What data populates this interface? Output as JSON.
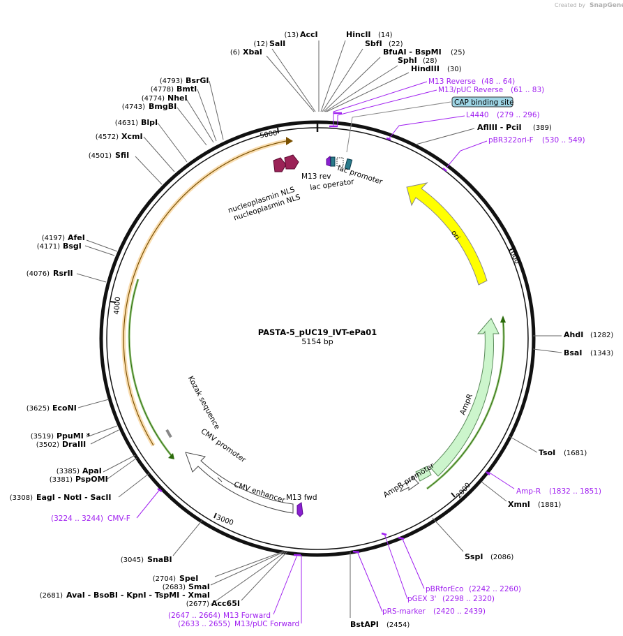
{
  "credit": {
    "created_by": "Created by",
    "brand": "SnapGene"
  },
  "plasmid": {
    "name": "PASTA-5_pUC19_IVT-ePa01",
    "length": "5154 bp"
  },
  "ticks": [
    "5000",
    "1000",
    "2000",
    "3000",
    "4000"
  ],
  "sites": [
    {
      "pos": "(13)",
      "name": "AccI"
    },
    {
      "pos": "(12)",
      "name": "SalI"
    },
    {
      "pos": "(6)",
      "name": "XbaI"
    },
    {
      "pos": "(14)",
      "name": "HincII"
    },
    {
      "pos": "(22)",
      "name": "SbfI"
    },
    {
      "pos": "(25)",
      "name": "BfuAI - BspMI"
    },
    {
      "pos": "(28)",
      "name": "SphI"
    },
    {
      "pos": "(30)",
      "name": "HindIII"
    },
    {
      "pos": "(389)",
      "name": "AflIII - PciI"
    },
    {
      "pos": "(1282)",
      "name": "AhdI"
    },
    {
      "pos": "(1343)",
      "name": "BsaI"
    },
    {
      "pos": "(1681)",
      "name": "TsoI"
    },
    {
      "pos": "(1881)",
      "name": "XmnI"
    },
    {
      "pos": "(2086)",
      "name": "SspI"
    },
    {
      "pos": "(2454)",
      "name": "BstAPI"
    },
    {
      "pos": "(2677)",
      "name": "Acc65I"
    },
    {
      "pos": "(2681)",
      "name": "AvaI - BsoBI - KpnI - TspMI - XmaI"
    },
    {
      "pos": "(2683)",
      "name": "SmaI"
    },
    {
      "pos": "(2704)",
      "name": "SpeI"
    },
    {
      "pos": "(3045)",
      "name": "SnaBI"
    },
    {
      "pos": "(3308)",
      "name": "EagI - NotI - SacII"
    },
    {
      "pos": "(3381)",
      "name": "PspOMI"
    },
    {
      "pos": "(3385)",
      "name": "ApaI"
    },
    {
      "pos": "(3502)",
      "name": "DraIII"
    },
    {
      "pos": "(3519)",
      "name": "PpuMI *"
    },
    {
      "pos": "(3625)",
      "name": "EcoNI"
    },
    {
      "pos": "(4076)",
      "name": "RsrII"
    },
    {
      "pos": "(4171)",
      "name": "BsgI"
    },
    {
      "pos": "(4197)",
      "name": "AfeI"
    },
    {
      "pos": "(4501)",
      "name": "SfiI"
    },
    {
      "pos": "(4572)",
      "name": "XcmI"
    },
    {
      "pos": "(4631)",
      "name": "BlpI"
    },
    {
      "pos": "(4743)",
      "name": "BmgBI"
    },
    {
      "pos": "(4774)",
      "name": "NheI"
    },
    {
      "pos": "(4778)",
      "name": "BmtI"
    },
    {
      "pos": "(4793)",
      "name": "BsrGI"
    }
  ],
  "primers": [
    {
      "name": "M13 Reverse",
      "range": "(48 .. 64)"
    },
    {
      "name": "M13/pUC Reverse",
      "range": "(61 .. 83)"
    },
    {
      "name": "L4440",
      "range": "(279 .. 296)"
    },
    {
      "name": "pBR322ori-F",
      "range": "(530 .. 549)"
    },
    {
      "name": "Amp-R",
      "range": "(1832 .. 1851)"
    },
    {
      "name": "pBRforEco",
      "range": "(2242 .. 2260)"
    },
    {
      "name": "pGEX 3'",
      "range": "(2298 .. 2320)"
    },
    {
      "name": "pRS-marker",
      "range": "(2420 .. 2439)"
    },
    {
      "name": "M13 Forward",
      "range": "(2647 .. 2664)"
    },
    {
      "name": "M13/pUC Forward",
      "range": "(2633 .. 2655)"
    },
    {
      "name": "CMV-F",
      "range": "(3224 .. 3244)"
    }
  ],
  "features": {
    "cap": "CAP binding site",
    "ori": "ori",
    "ampr": "AmpR",
    "ampr_promoter": "AmpR promoter",
    "lac_promoter": "lac promoter",
    "lac_operator": "lac operator",
    "m13_rev": "M13 rev",
    "m13_fwd": "M13 fwd",
    "nls1": "nucleoplasmin NLS",
    "nls2": "nucleoplasmin NLS",
    "cmv_promoter": "CMV promoter",
    "cmv_enhancer": "CMV enhancer",
    "kozak": "Kozak sequence"
  },
  "colors": {
    "backbone": "#111111",
    "primer": "#a020f0",
    "ori": "#ffff00",
    "ampr": "#ccf5cc",
    "nls": "#9b2257",
    "cap": "#9fd6e6",
    "orf_outline": "#f0a020",
    "green_line": "#4c9a1c"
  }
}
